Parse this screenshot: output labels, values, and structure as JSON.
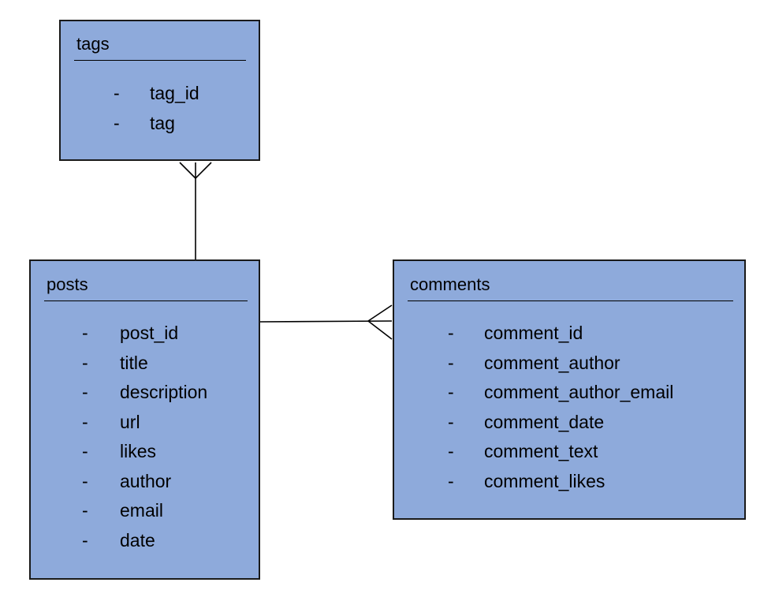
{
  "entities": {
    "tags": {
      "title": "tags",
      "attributes": [
        "tag_id",
        "tag"
      ]
    },
    "posts": {
      "title": "posts",
      "attributes": [
        "post_id",
        "title",
        "description",
        "url",
        "likes",
        "author",
        "email",
        "date"
      ]
    },
    "comments": {
      "title": "comments",
      "attributes": [
        "comment_id",
        "comment_author",
        "comment_author_email",
        "comment_date",
        "comment_text",
        "comment_likes"
      ]
    }
  },
  "bullet": "-",
  "relationships": [
    {
      "from": "posts",
      "to": "tags",
      "cardinality": "one-to-many"
    },
    {
      "from": "posts",
      "to": "comments",
      "cardinality": "one-to-many"
    }
  ],
  "colors": {
    "entity_fill": "#8eaadb",
    "entity_border": "#1a1a1a",
    "line": "#000000"
  }
}
